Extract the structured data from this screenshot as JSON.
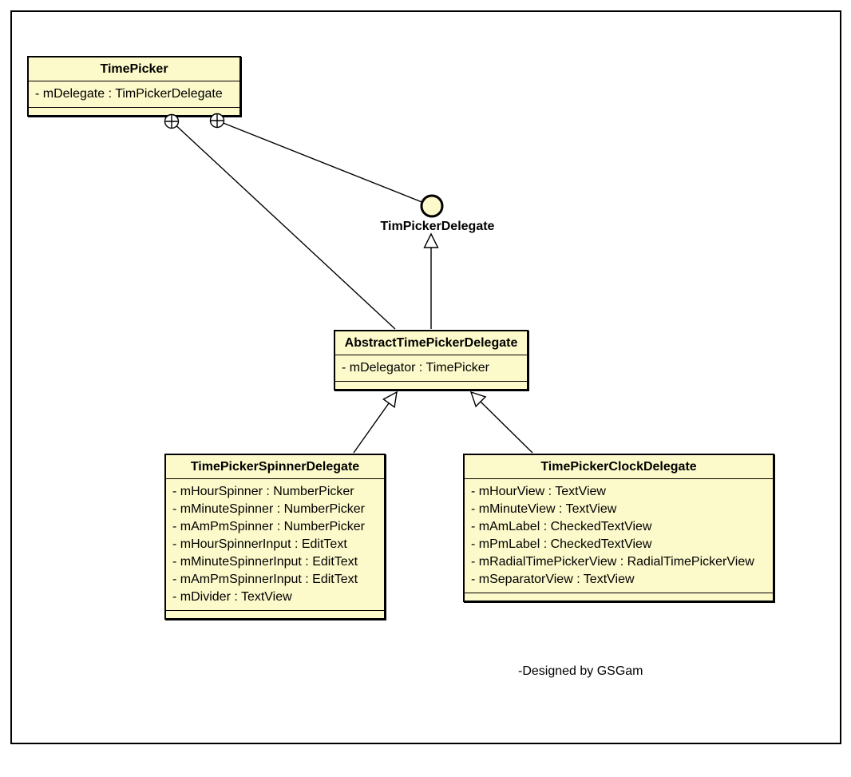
{
  "diagram": {
    "type": "uml-class-diagram",
    "credit": "-Designed by GSGam",
    "colors": {
      "class_fill": "#FCF9CA",
      "line": "#000000",
      "background": "#FFFFFF"
    },
    "interface": {
      "name": "TimPickerDelegate"
    },
    "classes": {
      "time_picker": {
        "title": "TimePicker",
        "attributes": [
          "- mDelegate : TimPickerDelegate"
        ]
      },
      "abstract_delegate": {
        "title": "AbstractTimePickerDelegate",
        "attributes": [
          "- mDelegator : TimePicker"
        ]
      },
      "spinner_delegate": {
        "title": "TimePickerSpinnerDelegate",
        "attributes": [
          "- mHourSpinner : NumberPicker",
          "- mMinuteSpinner : NumberPicker",
          "- mAmPmSpinner : NumberPicker",
          "- mHourSpinnerInput : EditText",
          "- mMinuteSpinnerInput : EditText",
          "- mAmPmSpinnerInput : EditText",
          "- mDivider : TextView"
        ]
      },
      "clock_delegate": {
        "title": "TimePickerClockDelegate",
        "attributes": [
          "- mHourView : TextView",
          "- mMinuteView : TextView",
          "- mAmLabel : CheckedTextView",
          "- mPmLabel : CheckedTextView",
          "- mRadialTimePickerView : RadialTimePickerView",
          "- mSeparatorView : TextView"
        ]
      }
    },
    "relationships": [
      {
        "from": "TimePicker",
        "to": "AbstractTimePickerDelegate",
        "type": "containment-anchor"
      },
      {
        "from": "TimePicker",
        "to": "TimPickerDelegate",
        "type": "association"
      },
      {
        "from": "AbstractTimePickerDelegate",
        "to": "TimPickerDelegate",
        "type": "realization"
      },
      {
        "from": "TimePickerSpinnerDelegate",
        "to": "AbstractTimePickerDelegate",
        "type": "generalization"
      },
      {
        "from": "TimePickerClockDelegate",
        "to": "AbstractTimePickerDelegate",
        "type": "generalization"
      }
    ]
  }
}
